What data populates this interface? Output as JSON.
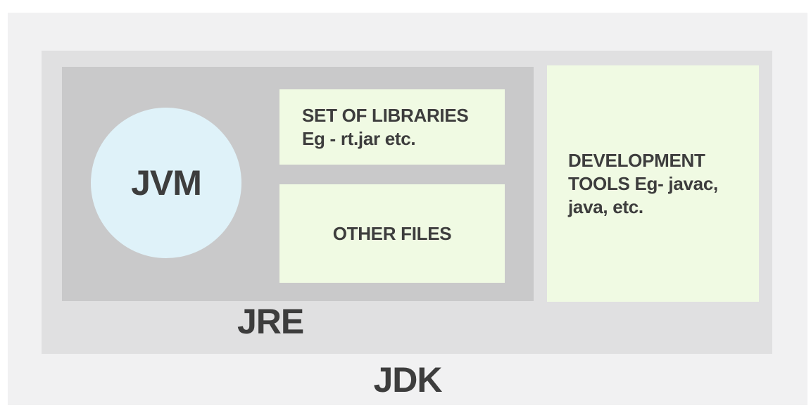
{
  "colors": {
    "page_bg": "#ffffff",
    "jdk_bg": "#f1f1f2",
    "jre_bg": "#e0e0e1",
    "jvm_area_bg": "#c9c9ca",
    "jvm_circle_bg": "#dff2f9",
    "green_box_bg": "#f0fae3",
    "text": "#3d3d3d"
  },
  "diagram": {
    "jdk_label": "JDK",
    "jre_label": "JRE",
    "jvm_label": "JVM",
    "libraries_box": {
      "lines": [
        "SET OF LIBRARIES",
        "Eg - rt.jar etc."
      ]
    },
    "other_files_box": {
      "label": "OTHER FILES"
    },
    "dev_tools_box": {
      "lines": [
        "DEVELOPMENT",
        "TOOLS Eg- javac,",
        "java, etc."
      ]
    }
  }
}
